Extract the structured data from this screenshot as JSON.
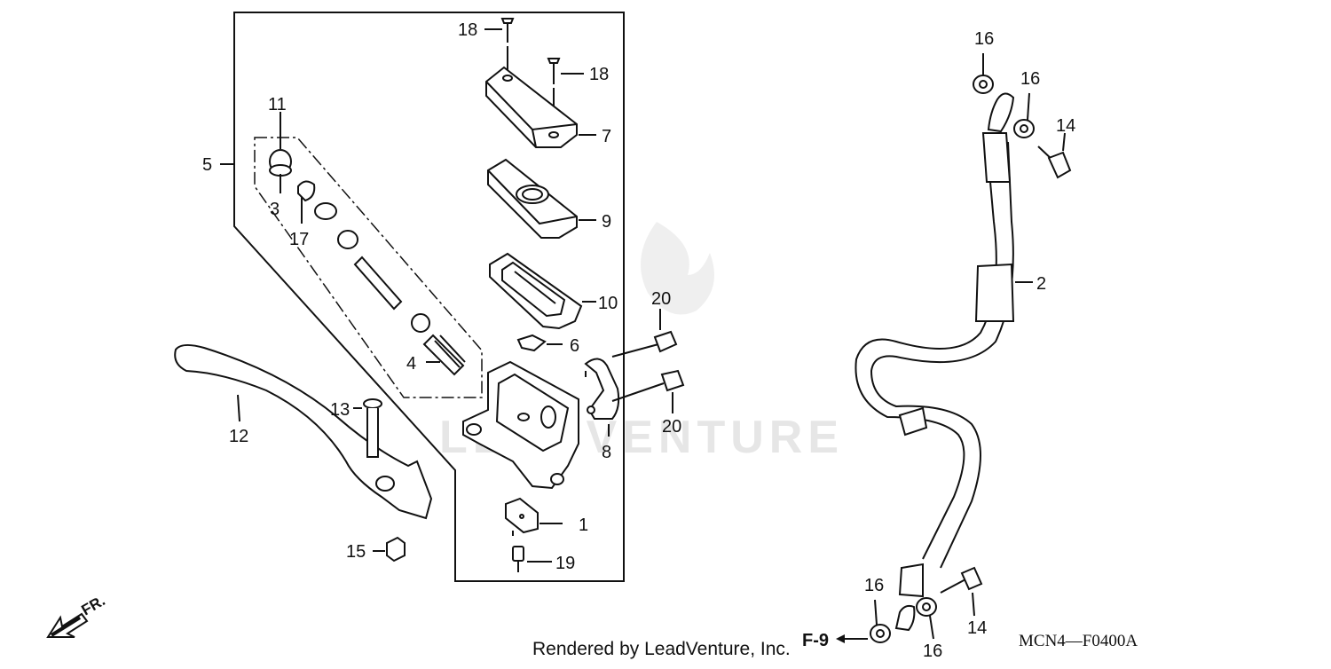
{
  "diagram": {
    "watermark": "LEADVENTURE",
    "credit": "Rendered by LeadVenture, Inc.",
    "diagram_code": "MCN4—F0400A",
    "page_ref": "F-9",
    "front_marker": "FR.",
    "callouts": {
      "c1": "1",
      "c2": "2",
      "c3": "3",
      "c4": "4",
      "c5": "5",
      "c6": "6",
      "c7": "7",
      "c8": "8",
      "c9": "9",
      "c10": "10",
      "c11": "11",
      "c12": "12",
      "c13": "13",
      "c14a": "14",
      "c14b": "14",
      "c15": "15",
      "c16a": "16",
      "c16b": "16",
      "c16c": "16",
      "c16d": "16",
      "c17": "17",
      "c18a": "18",
      "c18b": "18",
      "c19": "19",
      "c20a": "20",
      "c20b": "20"
    },
    "colors": {
      "line": "#111111",
      "watermark": "#e6e6e6"
    }
  }
}
